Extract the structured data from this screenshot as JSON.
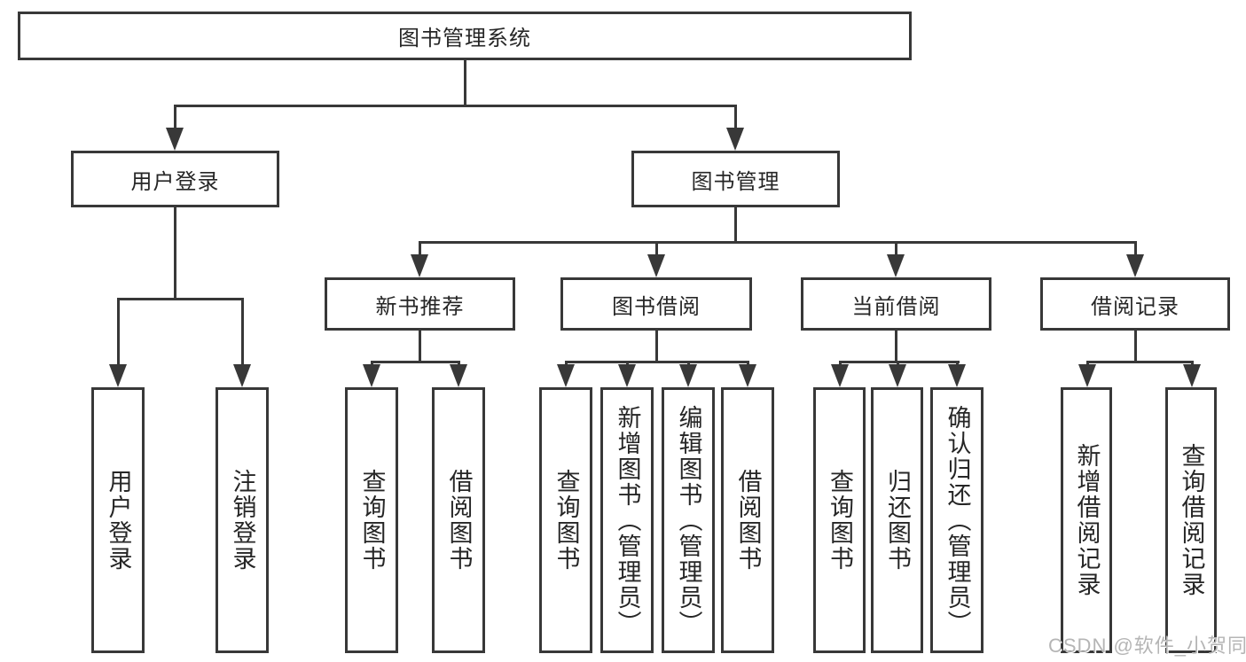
{
  "tree": {
    "label": "图书管理系统",
    "children": [
      {
        "label": "用户登录",
        "children": [
          {
            "label": "用户登录"
          },
          {
            "label": "注销登录"
          }
        ]
      },
      {
        "label": "图书管理",
        "children": [
          {
            "label": "新书推荐",
            "children": [
              {
                "label": "查询图书"
              },
              {
                "label": "借阅图书"
              }
            ]
          },
          {
            "label": "图书借阅",
            "children": [
              {
                "label": "查询图书"
              },
              {
                "label": "新增图书（管理员）"
              },
              {
                "label": "编辑图书（管理员）"
              },
              {
                "label": "借阅图书"
              }
            ]
          },
          {
            "label": "当前借阅",
            "children": [
              {
                "label": "查询图书"
              },
              {
                "label": "归还图书"
              },
              {
                "label": "确认归还（管理员）"
              }
            ]
          },
          {
            "label": "借阅记录",
            "children": [
              {
                "label": "新增借阅记录"
              },
              {
                "label": "查询借阅记录"
              }
            ]
          }
        ]
      }
    ]
  },
  "watermark": {
    "text": "CSDN @软件_小贺同学"
  },
  "colors": {
    "line": "#383838",
    "box_fill": "#ffffff",
    "text": "#262626",
    "watermark": "#b5b5b5"
  }
}
